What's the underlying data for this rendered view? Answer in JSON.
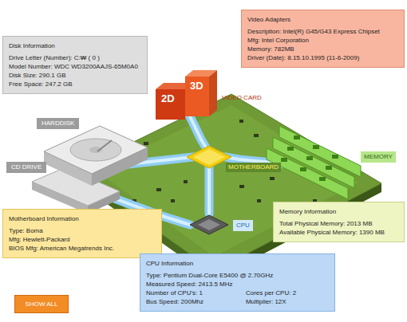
{
  "diagram": {
    "nodes": [
      {
        "text": [
          "Video Adapters",
          "Description: Intel(R) G45/G43 Express Chipset",
          "Mfg: Intel Corporation",
          "Memory: 782MB",
          "Driver (Date): 8.15.10.1995 (11-6-2009)"
        ]
      },
      {
        "text": [
          "Disk Information",
          "Drive Letter (Number): C:₩ ( 0 )",
          "Model Number: WDC WD3200AAJS-65M0A0",
          "Disk Size: 290.1 GB",
          "Free Space: 247.2 GB"
        ]
      },
      {
        "text": [
          "Memory Information",
          "Total Physical Memory: 2013 MB",
          "Available Physical Memory: 1390 MB"
        ]
      },
      {
        "text": [
          "Motherboard Information",
          "Type: Boma",
          "Mfg: Hewlett-Packard",
          "BIOS Mfg: American Megatrends Inc."
        ]
      },
      {
        "text": [
          "CPU Information",
          "Type: Pentium Dual-Core E5400 @ 2.70GHz",
          "Measured Speed: 2413.5 MHz",
          "Number of CPU's: 1",
          "Cores per CPU: 2",
          "Bus Speed: 200Mhz",
          "Multiplier: 12X"
        ]
      },
      {
        "text": [
          "SHOW ALL"
        ]
      }
    ],
    "labels": [
      "2D",
      "3D",
      "VIDEO CARD",
      "HARDDISK",
      "CD DRIVE",
      "MOTHERBOARD",
      "MEMORY",
      "CPU"
    ]
  }
}
